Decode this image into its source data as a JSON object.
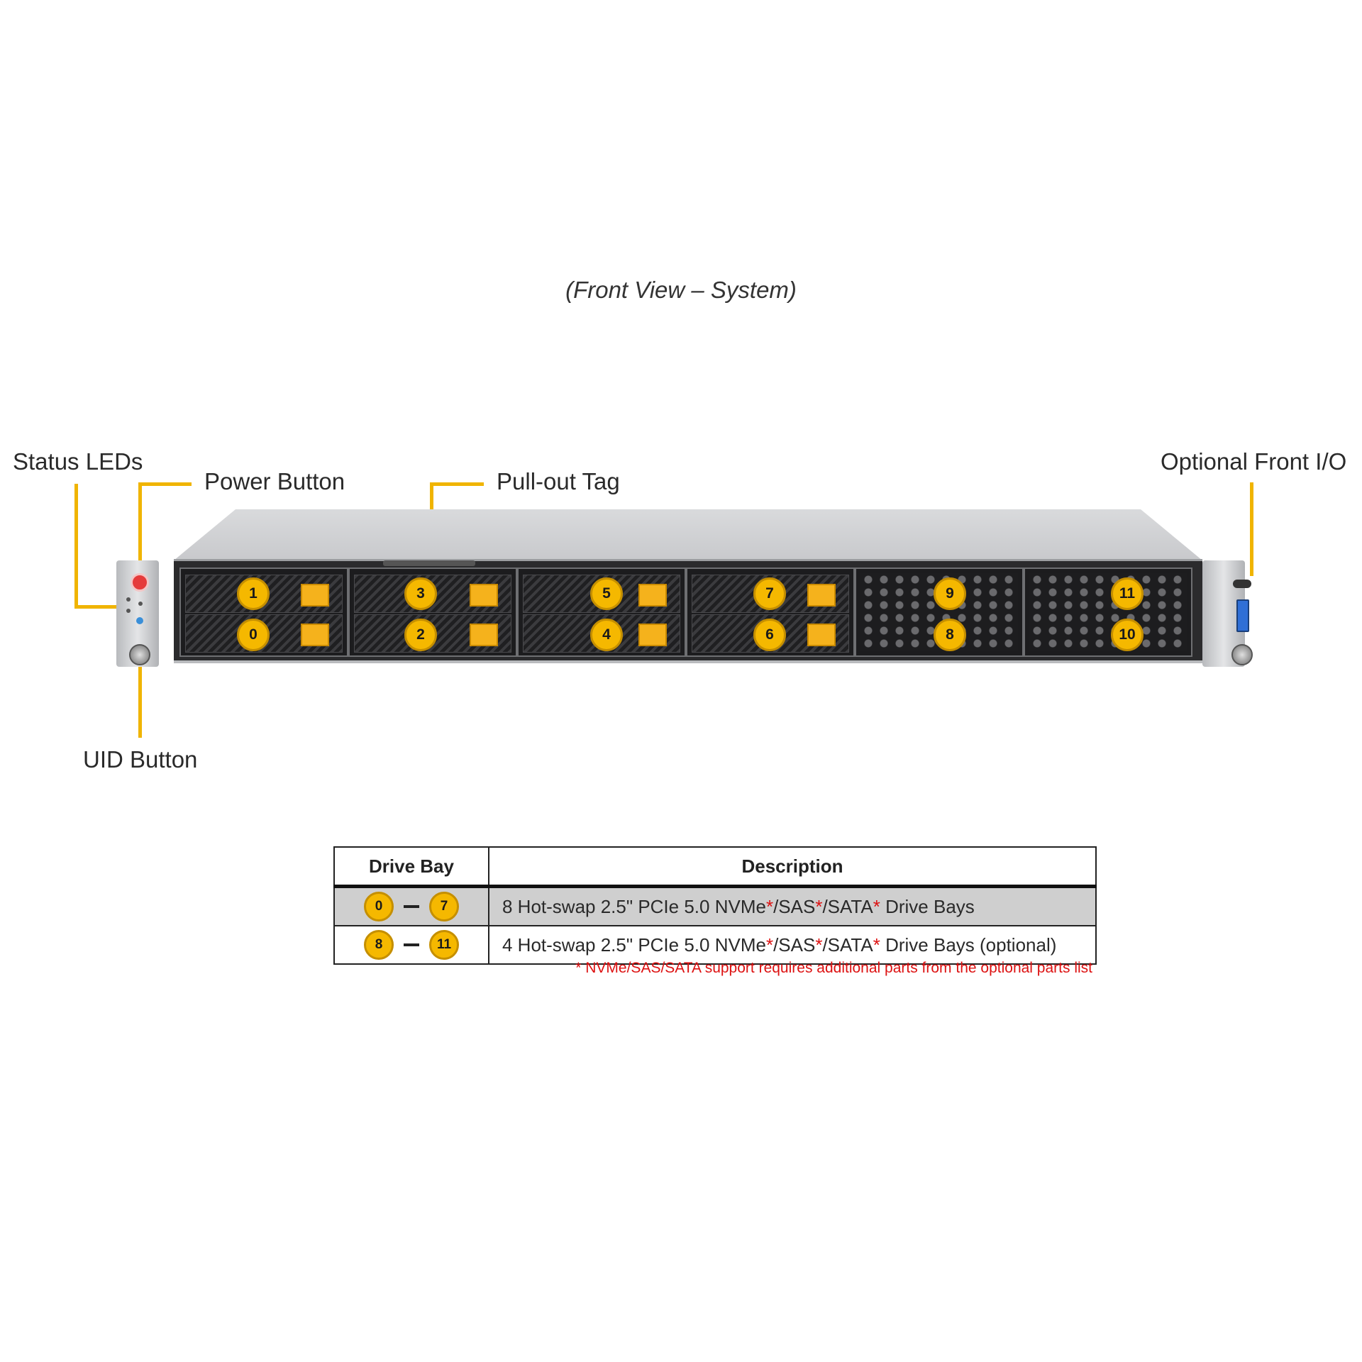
{
  "title": "(Front View – System)",
  "callouts": {
    "status_leds": "Status LEDs",
    "power_button": "Power Button",
    "pull_out_tag": "Pull-out Tag",
    "optional_front_io": "Optional Front I/O",
    "uid_button": "UID Button"
  },
  "bay_labels": [
    "0",
    "1",
    "2",
    "3",
    "4",
    "5",
    "6",
    "7",
    "8",
    "9",
    "10",
    "11"
  ],
  "table": {
    "headers": {
      "drive_bay": "Drive Bay",
      "description": "Description"
    },
    "rows": [
      {
        "from": "0",
        "to": "7",
        "desc_prefix": "8 Hot-swap 2.5\" PCIe 5.0 NVMe",
        "star": "*",
        "sep1": "/SAS",
        "sep2": "/SATA",
        "desc_suffix": " Drive Bays"
      },
      {
        "from": "8",
        "to": "11",
        "desc_prefix": "4 Hot-swap 2.5\" PCIe 5.0 NVMe",
        "star": "*",
        "sep1": "/SAS",
        "sep2": "/SATA",
        "desc_suffix": " Drive Bays (optional)"
      }
    ],
    "footnote": "* NVMe/SAS/SATA support requires additional parts from the optional parts list"
  },
  "colors": {
    "accent": "#f5b800",
    "footnote": "#dd1111"
  }
}
